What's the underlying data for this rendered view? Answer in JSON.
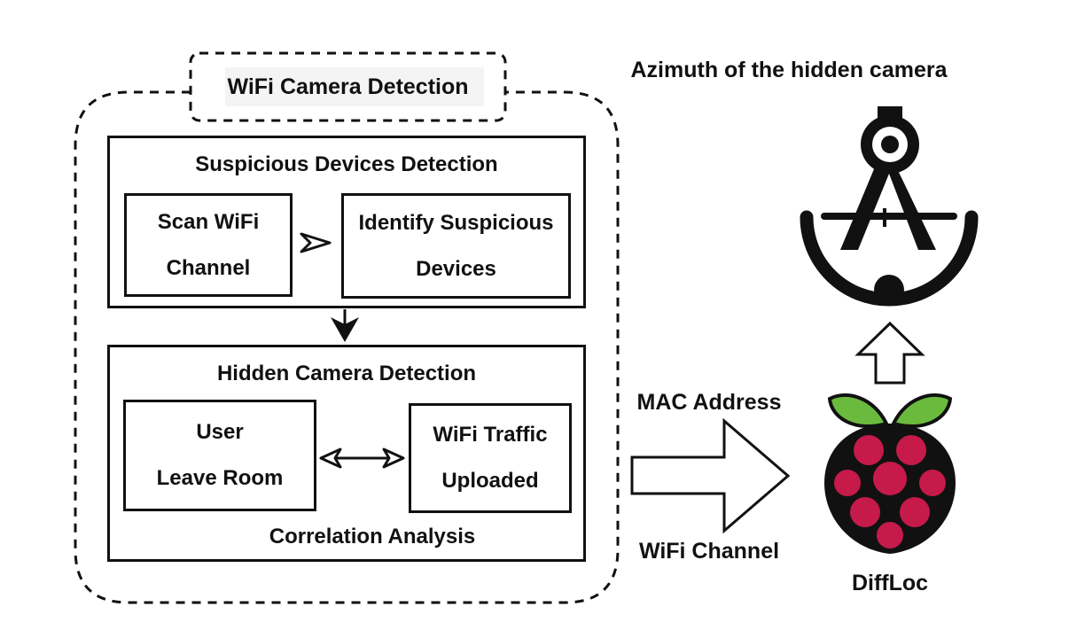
{
  "module": {
    "title": "WiFi Camera Detection",
    "suspicious": {
      "title": "Suspicious Devices Detection",
      "step1": [
        "Scan WiFi",
        "Channel"
      ],
      "step2": [
        "Identify Suspicious",
        "Devices"
      ]
    },
    "hidden": {
      "title": "Hidden Camera Detection",
      "left": [
        "User",
        "Leave Room"
      ],
      "right": [
        "WiFi Traffic",
        "Uploaded"
      ],
      "footer": "Correlation Analysis"
    }
  },
  "transfer": {
    "top": "MAC Address",
    "bottom": "WiFi Channel"
  },
  "device": {
    "name": "DiffLoc",
    "icon": "raspberry-pi-icon"
  },
  "output": {
    "title": "Azimuth of the hidden camera",
    "icon": "compass-protractor-icon"
  }
}
